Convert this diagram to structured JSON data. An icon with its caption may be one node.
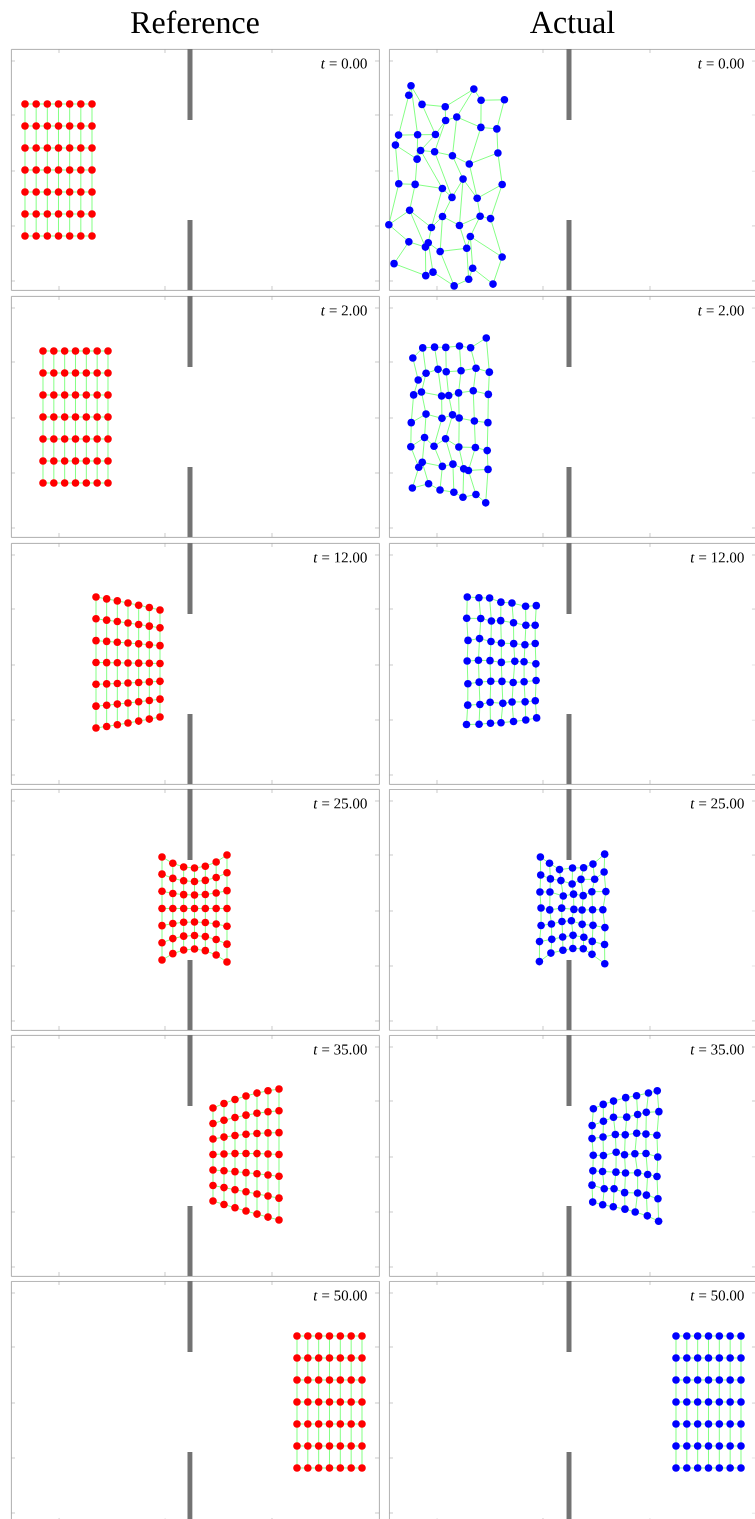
{
  "diagram": {
    "nodes": [
      {
        "text": [
          "*t* = 0.00"
        ]
      },
      {
        "text": [
          "*t* = 0.00"
        ]
      },
      {
        "text": [
          "*t* = 2.00"
        ]
      },
      {
        "text": [
          "*t* = 2.00"
        ]
      },
      {
        "text": [
          "*t* = 12.00"
        ]
      },
      {
        "text": [
          "*t* = 12.00"
        ]
      },
      {
        "text": [
          "*t* = 25.00"
        ]
      },
      {
        "text": [
          "*t* = 25.00"
        ]
      },
      {
        "text": [
          "*t* = 35.00"
        ]
      },
      {
        "text": [
          "*t* = 35.00"
        ]
      },
      {
        "text": [
          "*t* = 50.00"
        ]
      },
      {
        "text": [
          "*t* = 50.00"
        ]
      }
    ],
    "labels": [
      "Reference",
      "Actual"
    ]
  }
}
